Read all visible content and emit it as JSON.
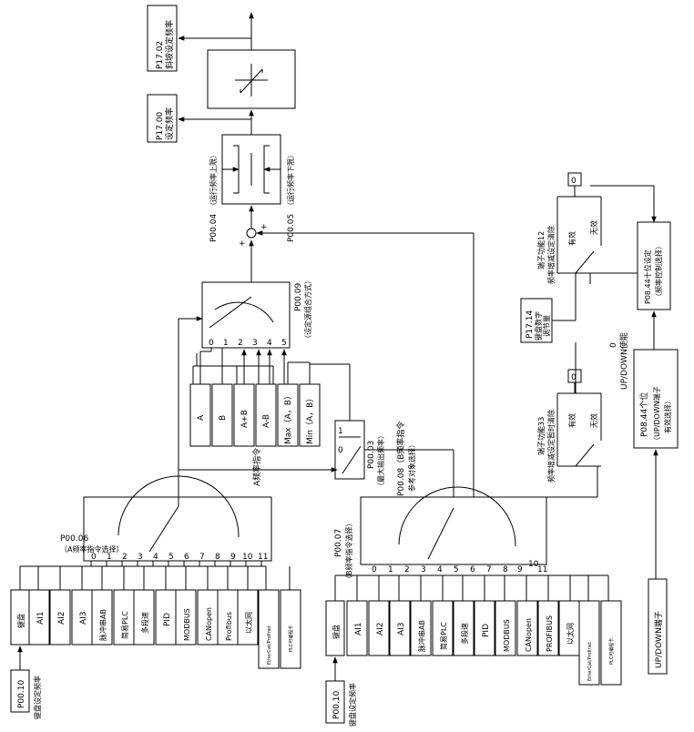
{
  "top": {
    "p1702": "P17.02",
    "ramp_freq": "斜坡设定频率",
    "p1700": "P17.00",
    "set_freq": "设定频率",
    "upper_limit": "（运行频率上限）",
    "lower_limit": "（运行频率下限）",
    "p0004": "P00.04",
    "p0005": "P00.05",
    "plus": "+"
  },
  "combine": {
    "p0009": "P00.09",
    "p0009_desc": "（设定源组合方式）",
    "ports": [
      "0",
      "1",
      "2",
      "3",
      "4",
      "5"
    ],
    "boxes": [
      "A",
      "B",
      "A+B",
      "A-B",
      "Max（A，B）",
      "Min（A，B）"
    ]
  },
  "b_select": {
    "p0003": "P00.03",
    "p0003_desc": "（最大输出频率）",
    "p0008": "P00.08（B频率指令",
    "p0008_desc": "参考对象选择）",
    "port1": "1",
    "port0": "0",
    "a_cmd": "A频率指令"
  },
  "a_source": {
    "p0006": "P00.06",
    "p0006_desc": "（A频率指令选择）",
    "ports": [
      "0",
      "1",
      "2",
      "3",
      "4",
      "5",
      "6",
      "7",
      "8",
      "9",
      "10",
      "11"
    ],
    "items": [
      "键盘",
      "AI1",
      "AI2",
      "AI3",
      "脉冲串AB",
      "简易PLC",
      "多段速",
      "PID",
      "MODBUS",
      "CANopen",
      "Profibus",
      "以太网",
      "EtherCat/Profinet",
      "PLC可编程卡"
    ],
    "p0010": "P00.10",
    "keypad_freq": "键盘设定频率"
  },
  "b_source": {
    "p0007": "P00.07",
    "p0007_desc": "（B频率指令选择）",
    "ports": [
      "0",
      "1",
      "2",
      "3",
      "4",
      "5",
      "6",
      "7",
      "8",
      "9",
      "10",
      "11"
    ],
    "items": [
      "键盘",
      "AI1",
      "AI2",
      "AI3",
      "脉冲串AB",
      "简易PLC",
      "多段速",
      "PID",
      "MODBUS",
      "CANopen",
      "PROFIBUS",
      "以太网",
      "EtherCat/Profinet",
      "PLC可编程卡"
    ],
    "p0010": "P00.10",
    "keypad_freq": "键盘设定频率"
  },
  "updown": {
    "zero_a": "0",
    "valid": "有效",
    "invalid": "无效",
    "t12_a": "端子功能12",
    "t12_b": "频率增减设定清除",
    "p1714": "P17.14",
    "p1714_desc": "键盘数字",
    "p1714_desc2": "调节量",
    "zero_b": "0",
    "t33_a": "端子功能33",
    "t33_b": "频率增减设定暂时清除",
    "p0844_ten": "P08.44十位设定",
    "p0844_ten_desc": "（频率控制选择）",
    "enable_zero": "0",
    "enable": "UP/DOWN使能",
    "p0844_one": "P08.44个位",
    "p0844_one_desc": "（UP/DOWN端子",
    "p0844_one_desc2": "有效选择）",
    "terminal": "UP/DOWN端子"
  }
}
